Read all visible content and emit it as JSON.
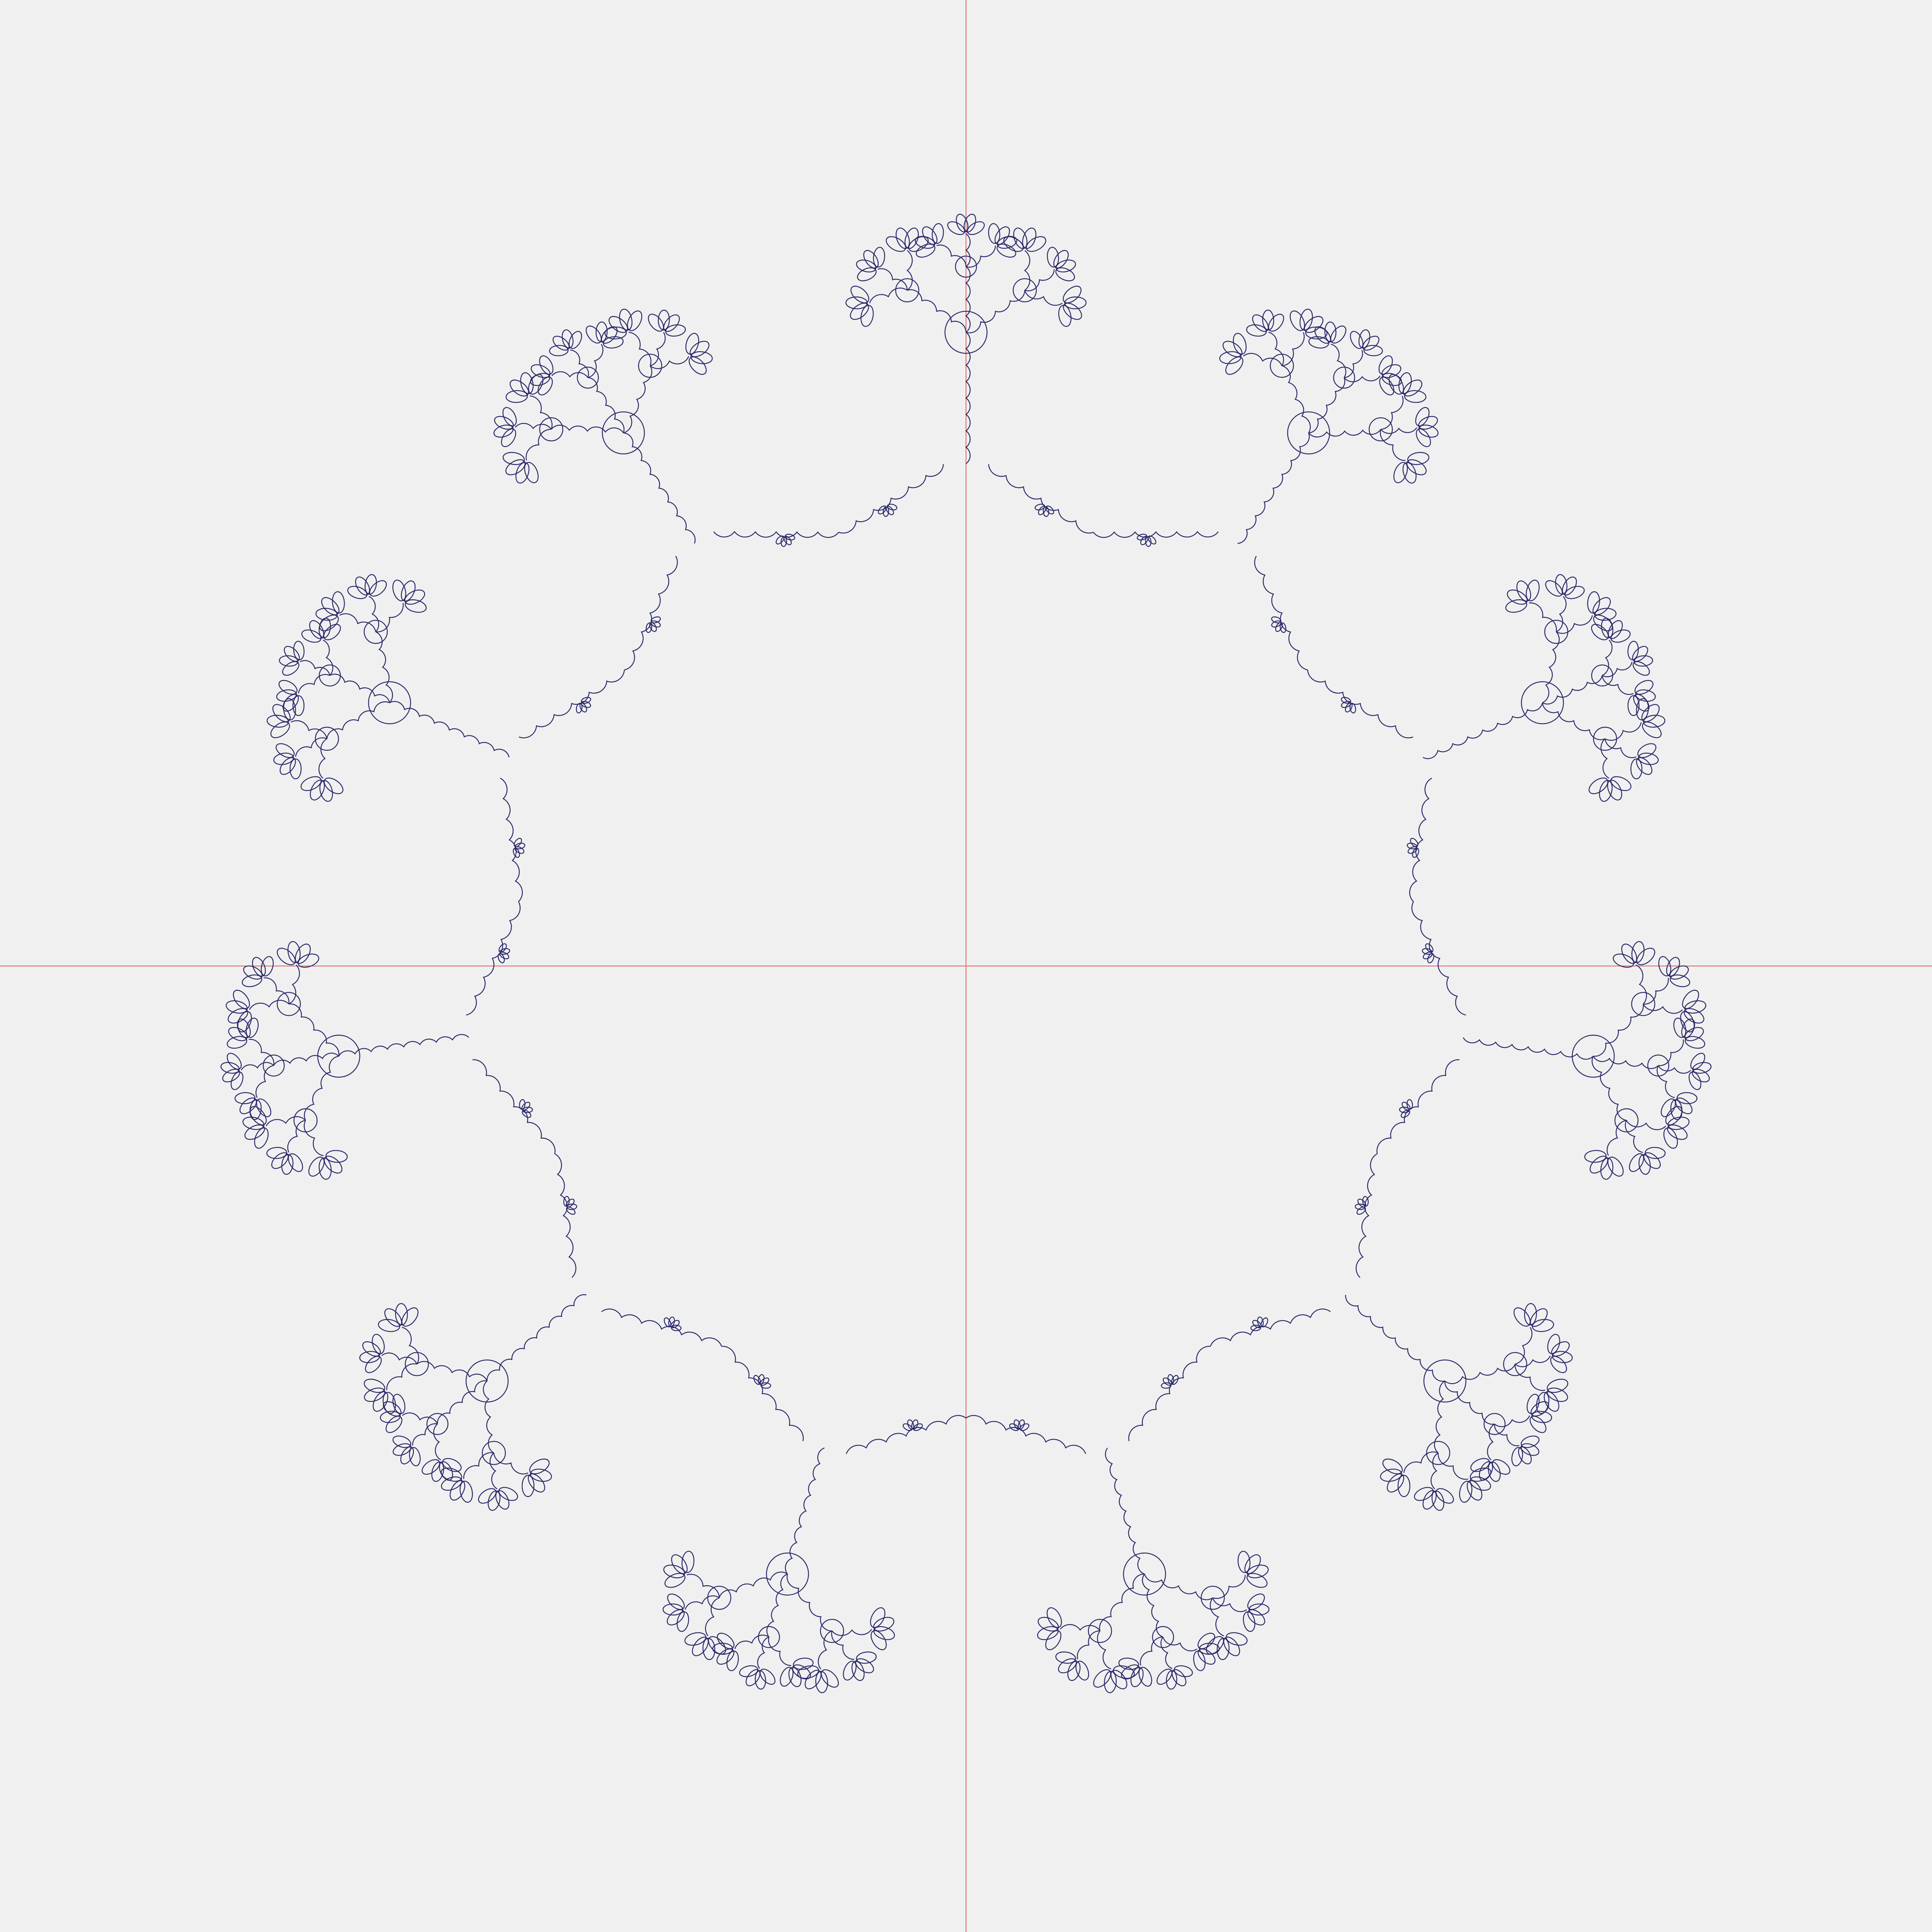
{
  "canvas": {
    "background_color": "#f0f0f0"
  },
  "axes": {
    "color": "#e06060",
    "horizontal_axis": "x-axis",
    "vertical_axis": "y-axis"
  },
  "curve": {
    "color": "#2a2a6a",
    "description_type": "decorative fractal curve",
    "symmetry_order": 11,
    "arm_count": 11
  }
}
